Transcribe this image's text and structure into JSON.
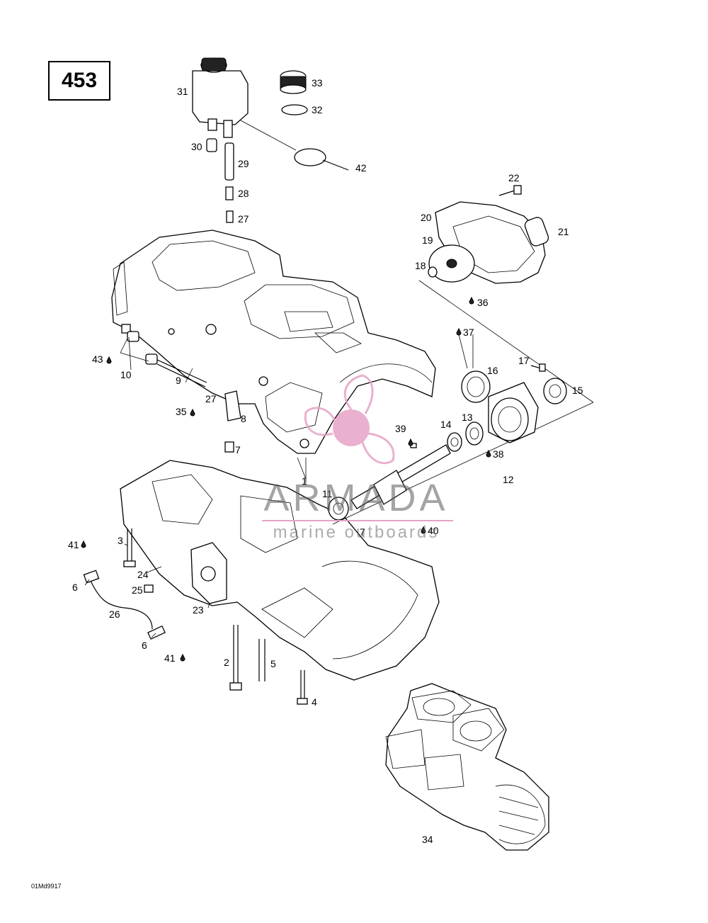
{
  "diagram_number": "453",
  "drawing_code": "01Md9917",
  "watermark": {
    "title": "ARMADA",
    "subtitle": "marine outboards",
    "accent_color": "#e6a3c7"
  },
  "callouts": {
    "c1": "1",
    "c2": "2",
    "c3": "3",
    "c4": "4",
    "c5": "5",
    "c6a": "6",
    "c6b": "6",
    "c7a": "7",
    "c7b": "7",
    "c8": "8",
    "c9": "9",
    "c10": "10",
    "c11": "11",
    "c12": "12",
    "c13": "13",
    "c14": "14",
    "c15": "15",
    "c16": "16",
    "c17": "17",
    "c18": "18",
    "c19": "19",
    "c20": "20",
    "c21": "21",
    "c22": "22",
    "c23": "23",
    "c24": "24",
    "c25": "25",
    "c26": "26",
    "c27a": "27",
    "c27b": "27",
    "c28": "28",
    "c29": "29",
    "c30": "30",
    "c31": "31",
    "c32": "32",
    "c33": "33",
    "c34": "34",
    "c35": "35",
    "c36": "36",
    "c37": "37",
    "c38": "38",
    "c39": "39",
    "c40": "40",
    "c41a": "41",
    "c41b": "41",
    "c42": "42",
    "c43": "43"
  }
}
